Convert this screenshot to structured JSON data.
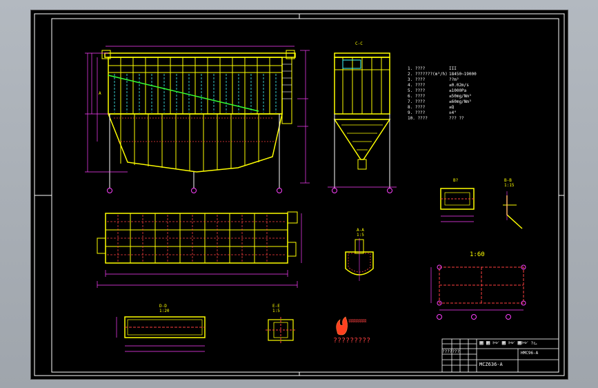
{
  "sheet": {
    "label_cc": "C-C",
    "label_b": "B?",
    "label_bb": "B-B",
    "label_bb_scale": "1:15",
    "label_aa": "A-A",
    "label_aa_scale": "1:5",
    "label_160": "1:60",
    "label_a": "A",
    "label_ee": "E-E",
    "label_ee_scale": "1:5",
    "label_dd": "D-D",
    "label_dd_scale": "1:20",
    "stamp_text": "?????????",
    "scale_bar": "ʬʬʬʬʬʬʬʬ",
    "spec_items": [
      "1.  ????",
      "2.  ???????(m³/h)",
      "3.  ????",
      "4.  ????",
      "5.  ????",
      "6.  ????",
      "7.  ????",
      "8.  ????",
      "9.  ????",
      "10. ????"
    ],
    "spec_values": [
      "III",
      "18450~19000",
      "??m²",
      "≤0.02m/s",
      "≤1000Pa",
      "≤50mg/Nm³",
      "≤60mg/Nm³",
      "≤Q",
      "±4°",
      "???  ??"
    ],
    "title_block": {
      "company": "ࡨ? ༺࡫ ༺ ࡫ ༺ ࡫ ࡫",
      "row_a": "???????",
      "drawing_no": "HMC96-A",
      "code": "MCZ636-A"
    }
  }
}
